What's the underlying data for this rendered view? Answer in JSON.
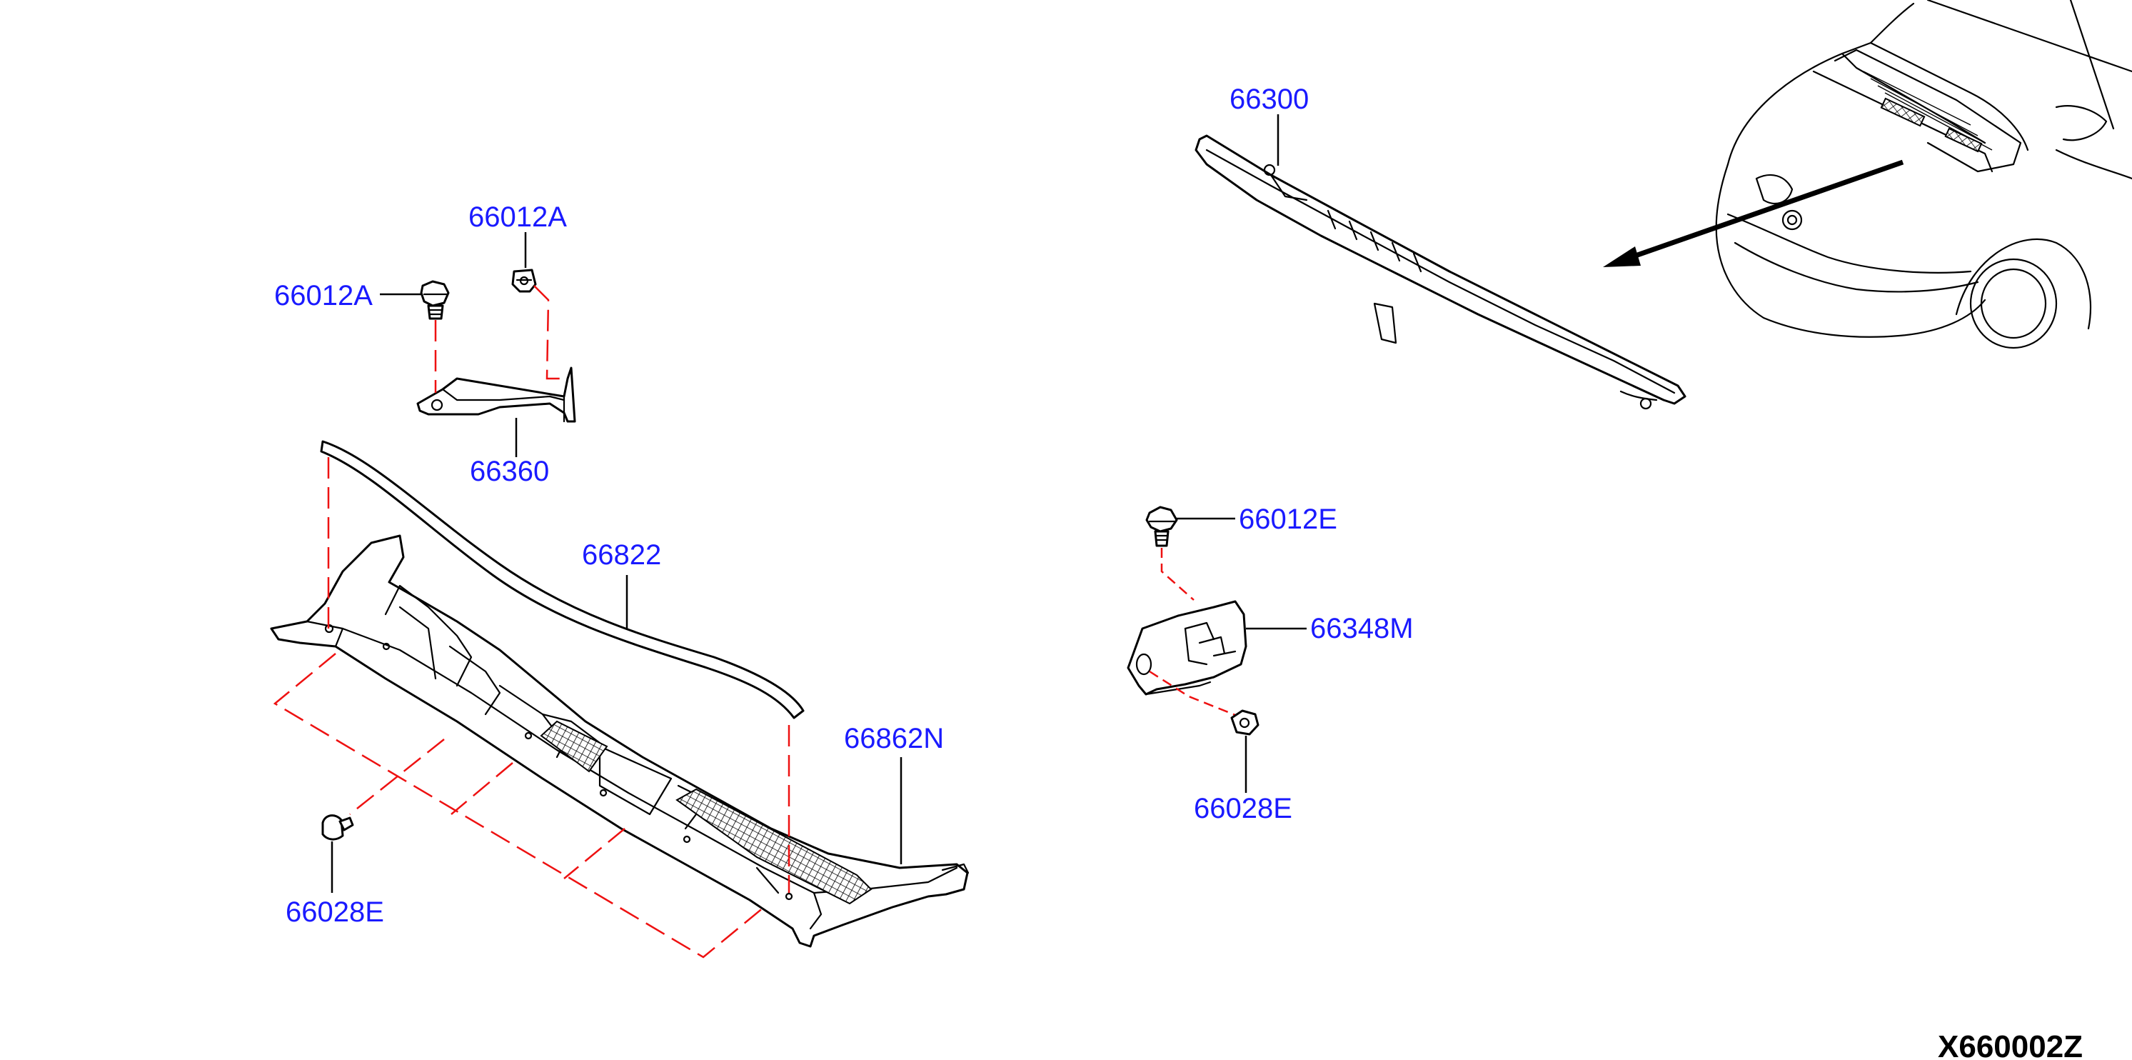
{
  "diagram_id": "X660002Z",
  "colors": {
    "label": "#1a1aff",
    "line": "#000000",
    "dashed_guide": "#ee1111",
    "background": "#ffffff"
  },
  "parts": [
    {
      "key": "cover_66300",
      "label": "66300"
    },
    {
      "key": "clip_66012a_top",
      "label": "66012A"
    },
    {
      "key": "bolt_66012a_left",
      "label": "66012A"
    },
    {
      "key": "bracket_66360",
      "label": "66360"
    },
    {
      "key": "seal_66822",
      "label": "66822"
    },
    {
      "key": "cowl_66862n",
      "label": "66862N"
    },
    {
      "key": "clip_66028e_left",
      "label": "66028E"
    },
    {
      "key": "bolt_66012e",
      "label": "66012E"
    },
    {
      "key": "bracket_66348m",
      "label": "66348M"
    },
    {
      "key": "clip_66028e_right",
      "label": "66028E"
    }
  ]
}
